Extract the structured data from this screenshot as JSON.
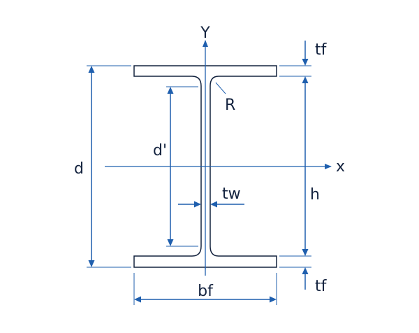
{
  "labels": {
    "y_axis": "Y",
    "x_axis": "x",
    "flange_thickness_top": "tf",
    "flange_thickness_bottom": "tf",
    "root_radius": "R",
    "depth": "d",
    "depth_between_fillets": "d'",
    "web_thickness": "tw",
    "height_between_flanges": "h",
    "flange_width": "bf"
  },
  "colors": {
    "outline": "#14233f",
    "dimension": "#1f5fae",
    "background": "#ffffff"
  }
}
